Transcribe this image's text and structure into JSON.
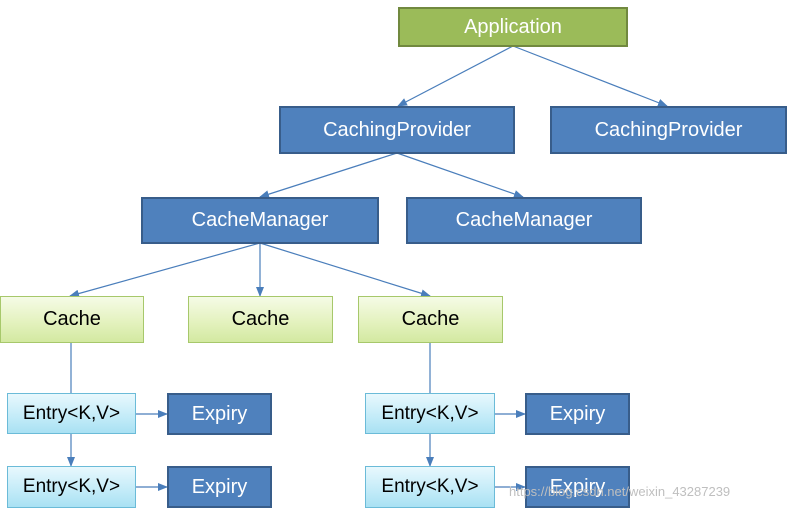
{
  "application": {
    "label": "Application"
  },
  "providers": [
    {
      "label": "CachingProvider"
    },
    {
      "label": "CachingProvider"
    }
  ],
  "managers": [
    {
      "label": "CacheManager"
    },
    {
      "label": "CacheManager"
    }
  ],
  "caches": [
    {
      "label": "Cache"
    },
    {
      "label": "Cache"
    },
    {
      "label": "Cache"
    }
  ],
  "entries": [
    {
      "label": "Entry<K,V>",
      "expiry": "Expiry"
    },
    {
      "label": "Entry<K,V>",
      "expiry": "Expiry"
    },
    {
      "label": "Entry<K,V>",
      "expiry": "Expiry"
    },
    {
      "label": "Entry<K,V>",
      "expiry": "Expiry"
    }
  ],
  "watermark": "https://blog.csdn.net/weixin_43287239",
  "colors": {
    "application_fill": "#9bbb59",
    "blue_fill": "#4f81bd",
    "cache_fill": "#e4f2bf",
    "entry_fill": "#c2ebf8",
    "connector": "#4a7ebb"
  }
}
